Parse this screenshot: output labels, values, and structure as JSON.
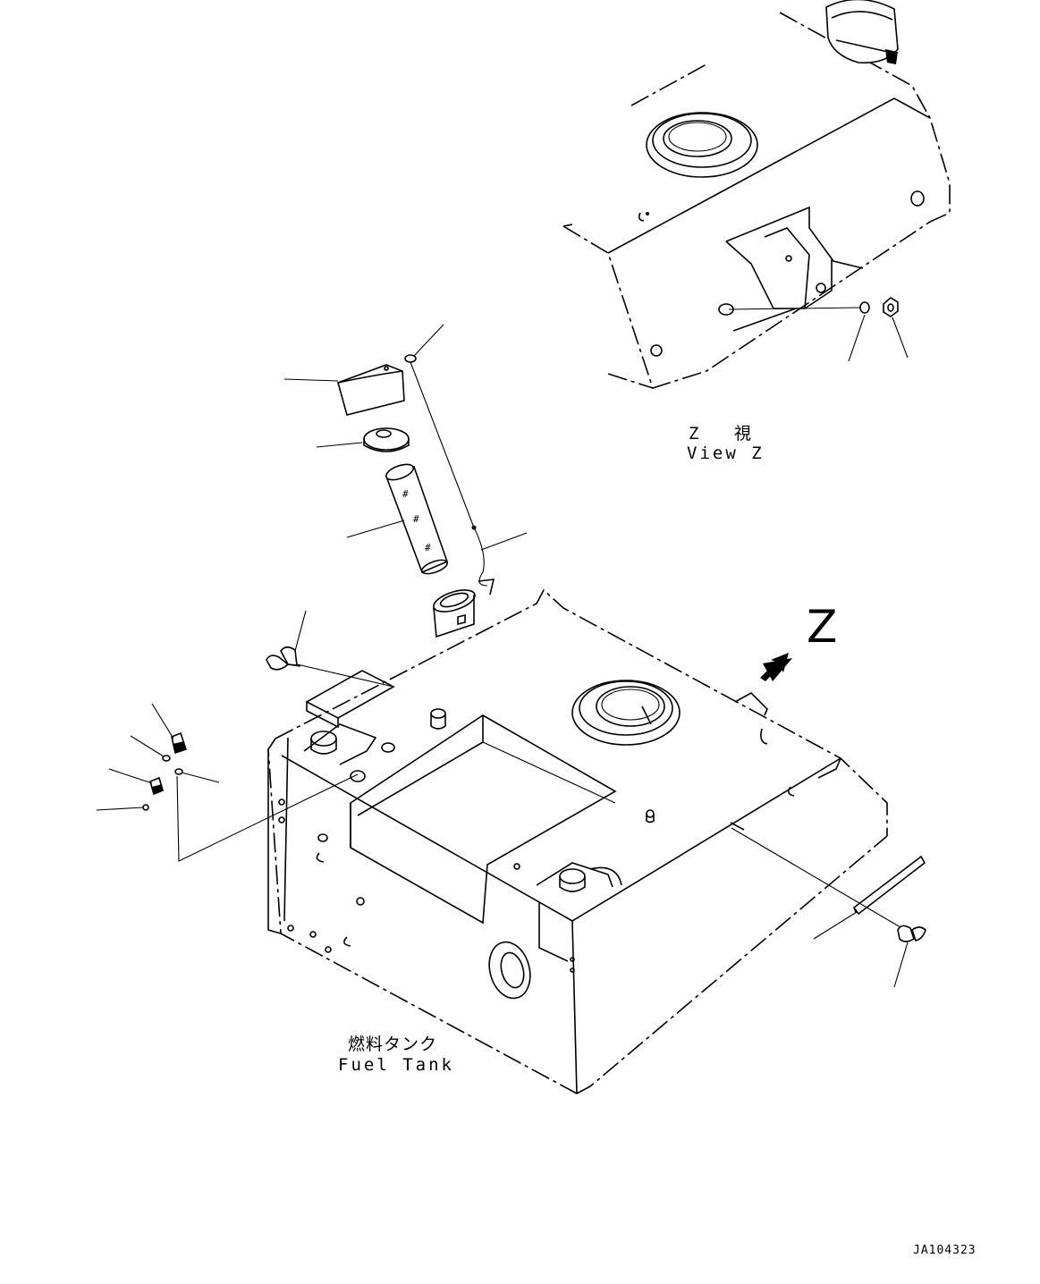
{
  "labels": {
    "view_z_jp": "Z 視",
    "view_z_en": "View Z",
    "fuel_tank_jp": "燃料タンク",
    "fuel_tank_en": "Fuel Tank",
    "view_arrow_letter": "Z",
    "drawing_id": "JA104323"
  },
  "colors": {
    "line": "#000000",
    "background": "#ffffff"
  }
}
